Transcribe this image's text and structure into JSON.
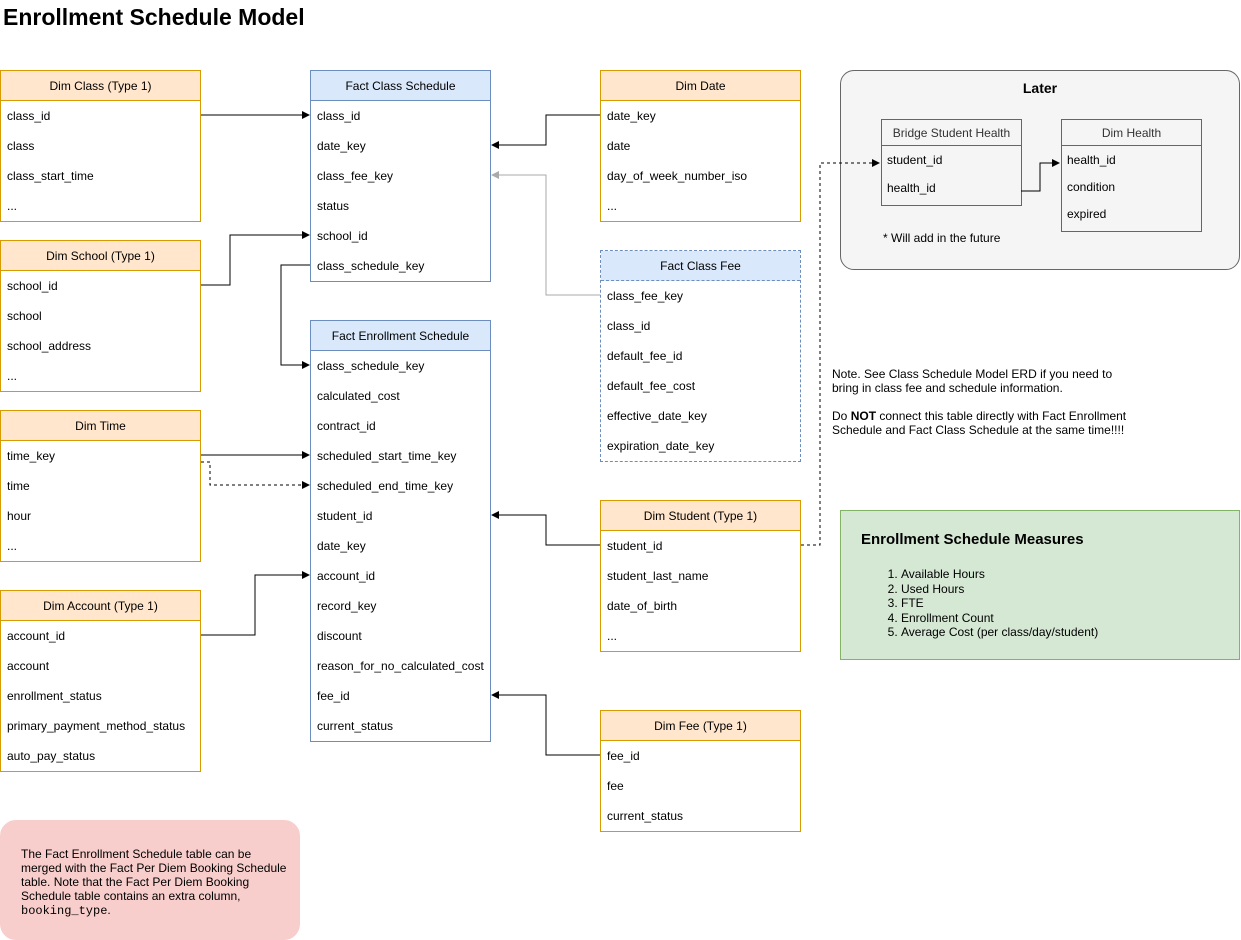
{
  "title": "Enrollment Schedule Model",
  "tables": {
    "dim_class": {
      "title": "Dim Class (Type 1)",
      "fields": [
        "class_id",
        "class",
        "class_start_time",
        "..."
      ]
    },
    "dim_school": {
      "title": "Dim School (Type 1)",
      "fields": [
        "school_id",
        "school",
        "school_address",
        "..."
      ]
    },
    "dim_time": {
      "title": "Dim Time",
      "fields": [
        "time_key",
        "time",
        "hour",
        "..."
      ]
    },
    "dim_account": {
      "title": "Dim Account (Type 1)",
      "fields": [
        "account_id",
        "account",
        "enrollment_status",
        "primary_payment_method_status",
        "auto_pay_status"
      ]
    },
    "fact_class_schedule": {
      "title": "Fact Class Schedule",
      "fields": [
        "class_id",
        "date_key",
        "class_fee_key",
        "status",
        "school_id",
        "class_schedule_key"
      ]
    },
    "fact_enrollment_schedule": {
      "title": "Fact Enrollment Schedule",
      "fields": [
        "class_schedule_key",
        "calculated_cost",
        "contract_id",
        "scheduled_start_time_key",
        "scheduled_end_time_key",
        "student_id",
        "date_key",
        "account_id",
        "record_key",
        "discount",
        "reason_for_no_calculated_cost",
        "fee_id",
        "current_status"
      ]
    },
    "dim_date": {
      "title": "Dim Date",
      "fields": [
        "date_key",
        "date",
        "day_of_week_number_iso",
        "..."
      ]
    },
    "fact_class_fee": {
      "title": "Fact Class Fee",
      "fields": [
        "class_fee_key",
        "class_id",
        "default_fee_id",
        "default_fee_cost",
        "effective_date_key",
        "expiration_date_key"
      ]
    },
    "dim_student": {
      "title": "Dim Student (Type 1)",
      "fields": [
        "student_id",
        "student_last_name",
        "date_of_birth",
        "..."
      ]
    },
    "dim_fee": {
      "title": "Dim Fee (Type 1)",
      "fields": [
        "fee_id",
        "fee",
        "current_status"
      ]
    }
  },
  "later": {
    "title": "Later",
    "bridge_student_health": {
      "title": "Bridge Student Health",
      "fields": [
        "student_id",
        "health_id"
      ]
    },
    "dim_health": {
      "title": "Dim Health",
      "fields": [
        "health_id",
        "condition",
        "expired"
      ]
    },
    "note": "* Will add in the future"
  },
  "note": {
    "line1": "Note. See Class Schedule Model ERD if you need to bring in class fee and schedule information.",
    "line2_pre": "Do ",
    "line2_bold": "NOT",
    "line2_post": " connect this table directly with Fact Enrollment Schedule and Fact Class Schedule at the same time!!!!"
  },
  "measures": {
    "title": "Enrollment Schedule Measures",
    "items": [
      "Available Hours",
      "Used Hours",
      "FTE",
      "Enrollment Count",
      "Average Cost (per class/day/student)"
    ]
  },
  "merge_note": {
    "text": "The Fact Enrollment Schedule table can be merged with the Fact Per Diem Booking Schedule table. Note that the Fact Per Diem Booking Schedule table contains an extra column, ",
    "code": "booking_type",
    "end": "."
  },
  "colors": {
    "dim_fill": "#ffe6cc",
    "dim_stroke": "#d79b00",
    "fact_fill": "#dae8fc",
    "fact_stroke": "#6c8ebf",
    "later_fill": "#f5f5f5",
    "measures_fill": "#d5e8d4",
    "merge_fill": "#f8cecc"
  }
}
